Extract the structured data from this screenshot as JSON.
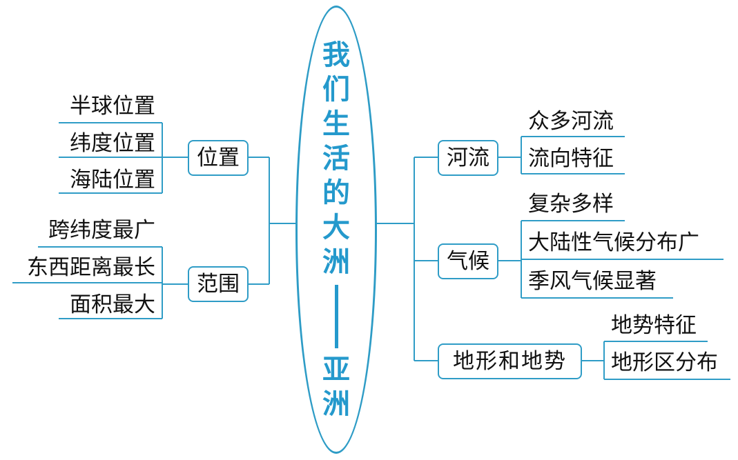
{
  "center": {
    "chars": [
      "我",
      "们",
      "生",
      "活",
      "的",
      "大",
      "洲",
      "亚",
      "洲"
    ]
  },
  "left": {
    "weizhi": {
      "label": "位置",
      "items": [
        "半球位置",
        "纬度位置",
        "海陆位置"
      ]
    },
    "fanwei": {
      "label": "范围",
      "items": [
        "跨纬度最广",
        "东西距离最长",
        "面积最大"
      ]
    }
  },
  "right": {
    "heliu": {
      "label": "河流",
      "items": [
        "众多河流",
        "流向特征"
      ]
    },
    "qihou": {
      "label": "气候",
      "items": [
        "复杂多样",
        "大陆性气候分布广",
        "季风气候显著"
      ]
    },
    "dixing": {
      "label": "地形和地势",
      "items": [
        "地势特征",
        "地形区分布"
      ]
    }
  },
  "colors": {
    "accent": "#2e9cc6",
    "title": "#2499cc",
    "text": "#111111"
  }
}
